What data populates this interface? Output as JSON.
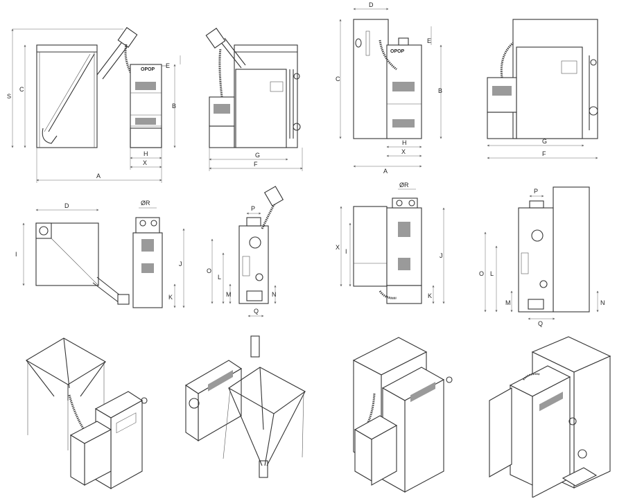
{
  "brand": "OPOP",
  "dimension_labels": {
    "A": "A",
    "B": "B",
    "C": "C",
    "D": "D",
    "E": "E",
    "F": "F",
    "G": "G",
    "H": "H",
    "I": "I",
    "J": "J",
    "K": "K",
    "L": "L",
    "M": "M",
    "N": "N",
    "O": "O",
    "P": "P",
    "Q": "Q",
    "S": "S",
    "X": "X",
    "R": "ØR"
  }
}
